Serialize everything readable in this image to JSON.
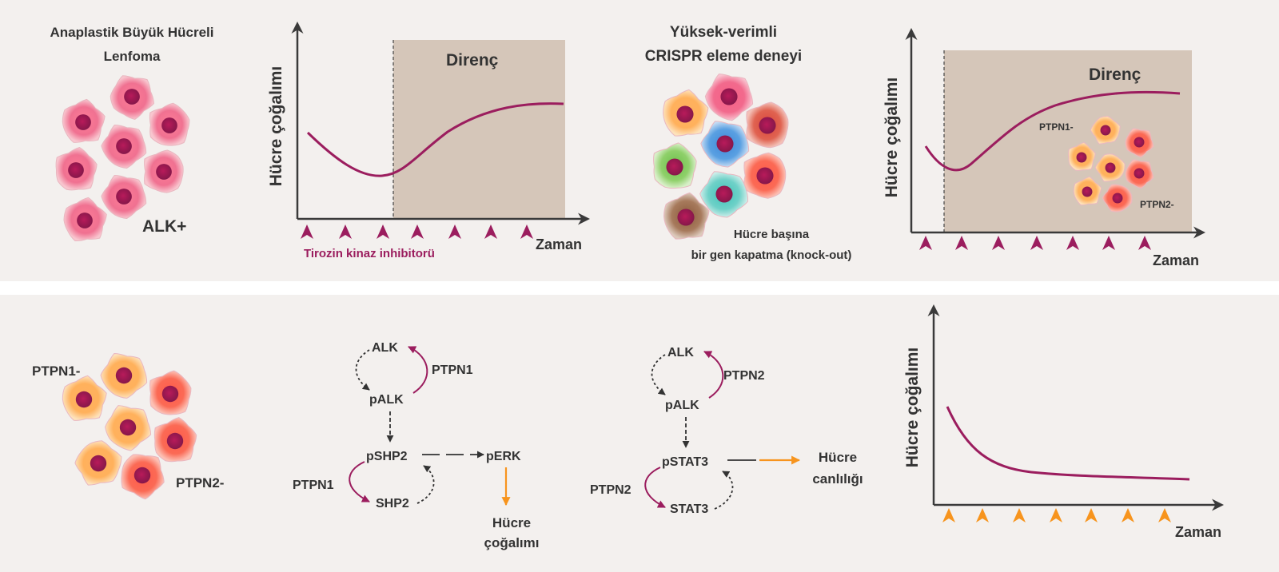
{
  "top_left": {
    "title_line1": "Anaplastik Büyük Hücreli",
    "title_line2": "Lenfoma",
    "cluster_label": "ALK+"
  },
  "graph1": {
    "ylabel": "Hücre çoğalımı",
    "xlabel": "Zaman",
    "resistance_label": "Direnç",
    "treatment_label": "Tirozin kinaz inhibitorü"
  },
  "crispr": {
    "title_line1": "Yüksek-verimli",
    "title_line2": "CRISPR eleme deneyi",
    "caption_line1": "Hücre başına",
    "caption_line2": "bir gen kapatma (knock-out)"
  },
  "graph2": {
    "ylabel": "Hücre çoğalımı",
    "xlabel": "Zaman",
    "resistance_label": "Direnç",
    "ptpn1_label": "PTPN1-",
    "ptpn2_label": "PTPN2-"
  },
  "bottom_left": {
    "ptpn1_label": "PTPN1-",
    "ptpn2_label": "PTPN2-"
  },
  "pathway1": {
    "alk": "ALK",
    "palk": "pALK",
    "ptpn1_top": "PTPN1",
    "pshp2": "pSHP2",
    "shp2": "SHP2",
    "ptpn1_bottom": "PTPN1",
    "perk": "pERK",
    "output_line1": "Hücre",
    "output_line2": "çoğalımı"
  },
  "pathway2": {
    "alk": "ALK",
    "palk": "pALK",
    "ptpn2_top": "PTPN2",
    "pstat3": "pSTAT3",
    "stat3": "STAT3",
    "ptpn2_bottom": "PTPN2",
    "output_line1": "Hücre",
    "output_line2": "canlılığı"
  },
  "graph3": {
    "ylabel": "Hücre çoğalımı",
    "xlabel": "Zaman"
  },
  "colors": {
    "panel_bg": "#f3f0ee",
    "resistance_shade": "#d5c6b9",
    "curve": "#9b1d5e",
    "arrowhead_magenta": "#9b1d5e",
    "arrowhead_orange": "#f7941d",
    "orange_arrow": "#f7941d",
    "axis": "#3a3a3a"
  }
}
